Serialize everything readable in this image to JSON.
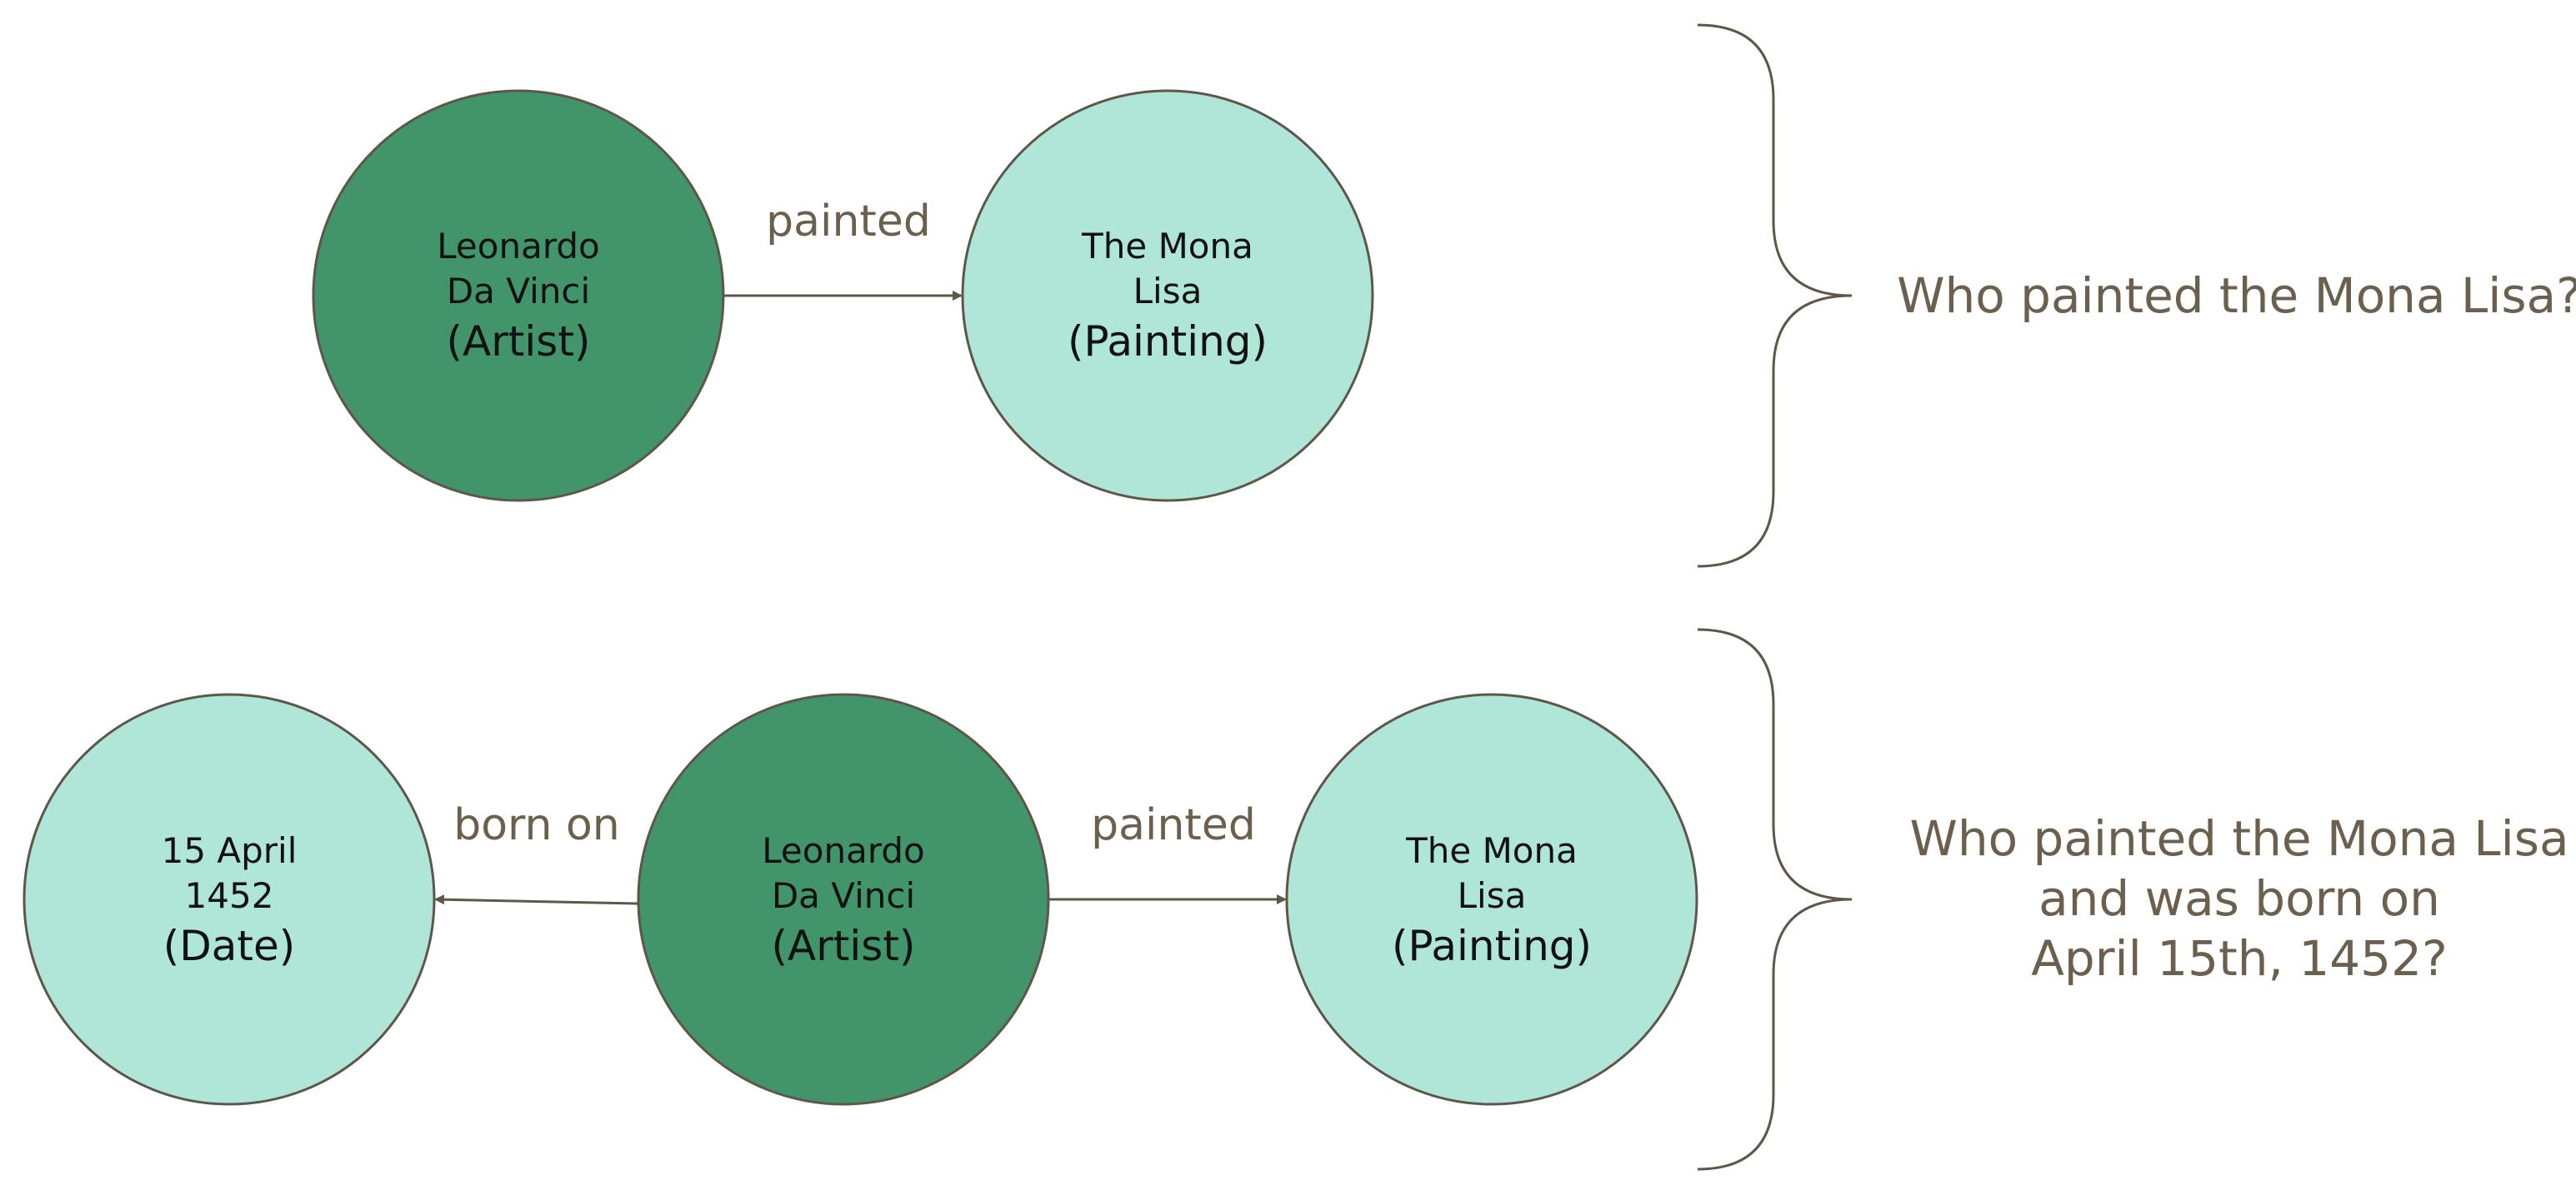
{
  "colors": {
    "artist_fill": "#42946a",
    "entity_fill": "#b0e6d8",
    "stroke": "#5e5748",
    "node_text": "#111111",
    "label_text": "#6a604d"
  },
  "diagram1": {
    "artist": {
      "line1": "Leonardo",
      "line2": "Da Vinci",
      "type": "(Artist)"
    },
    "painting": {
      "line1": "The Mona",
      "line2": "Lisa",
      "type": "(Painting)"
    },
    "edge_painted": "painted",
    "question": "Who painted the Mona Lisa?"
  },
  "diagram2": {
    "date": {
      "line1": "15 April",
      "line2": "1452",
      "type": "(Date)"
    },
    "artist": {
      "line1": "Leonardo",
      "line2": "Da Vinci",
      "type": "(Artist)"
    },
    "painting": {
      "line1": "The Mona",
      "line2": "Lisa",
      "type": "(Painting)"
    },
    "edge_born_on": "born on",
    "edge_painted": "painted",
    "question": {
      "line1": "Who painted the Mona Lisa",
      "line2": "and was born on",
      "line3": "April 15th, 1452?"
    }
  }
}
